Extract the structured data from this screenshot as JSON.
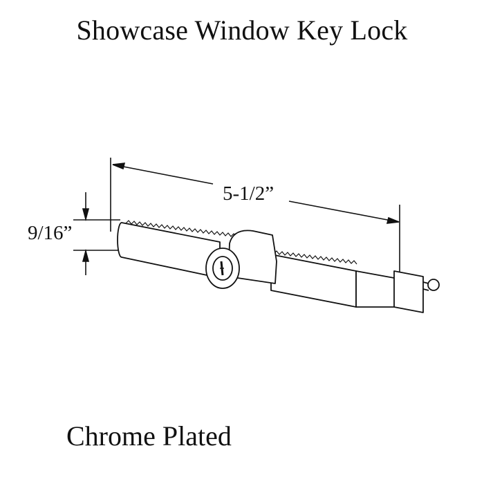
{
  "title": "Showcase Window Key Lock",
  "dimensions": {
    "length": "5-1/2”",
    "height": "9/16”"
  },
  "finish": "Chrome Plated",
  "colors": {
    "ink": "#111111",
    "background": "#ffffff"
  }
}
